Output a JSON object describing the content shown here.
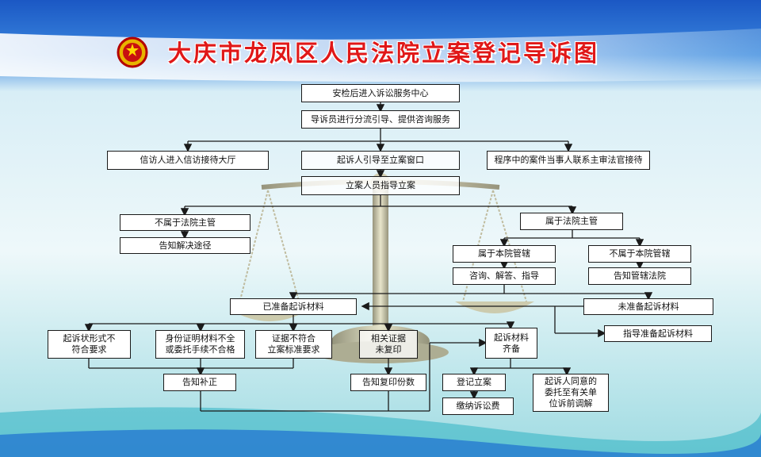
{
  "header": {
    "title": "大庆市龙凤区人民法院立案登记导诉图"
  },
  "flowchart": {
    "nodes": {
      "security": "安检后进入诉讼服务中心",
      "guide": "导诉员进行分流引导、提供咨询服务",
      "petition": "信访人进入信访接待大厅",
      "plaintiff_window": "起诉人引导至立案窗口",
      "party_contact": "程序中的案件当事人联系主审法官接待",
      "filing_guidance": "立案人员指导立案",
      "not_court_scope": "不属于法院主管",
      "inform_remedy": "告知解决途径",
      "court_scope": "属于法院主管",
      "own_jurisdiction": "属于本院管辖",
      "not_own_jurisdiction": "不属于本院管辖",
      "consult": "咨询、解答、指导",
      "inform_competent_court": "告知管辖法院",
      "materials_prepared": "已准备起诉材料",
      "materials_not_prepared": "未准备起诉材料",
      "guide_prepare": "指导准备起诉材料",
      "format_issue": "起诉状形式不\n符合要求",
      "identity_issue": "身份证明材料不全\n或委托手续不合格",
      "evidence_issue": "证据不符合\n立案标准要求",
      "no_copies": "相关证据\n未复印",
      "materials_complete": "起诉材料\n齐备",
      "inform_supplement": "告知补正",
      "inform_copies": "告知复印份数",
      "register": "登记立案",
      "pay_fees": "缴纳诉讼费",
      "mediation": "起诉人同意的\n委托至有关单\n位诉前调解"
    }
  },
  "colors": {
    "title_red": "#e01818",
    "header_blue": "#1f5fc8",
    "background_light": "#e8f4f6"
  }
}
